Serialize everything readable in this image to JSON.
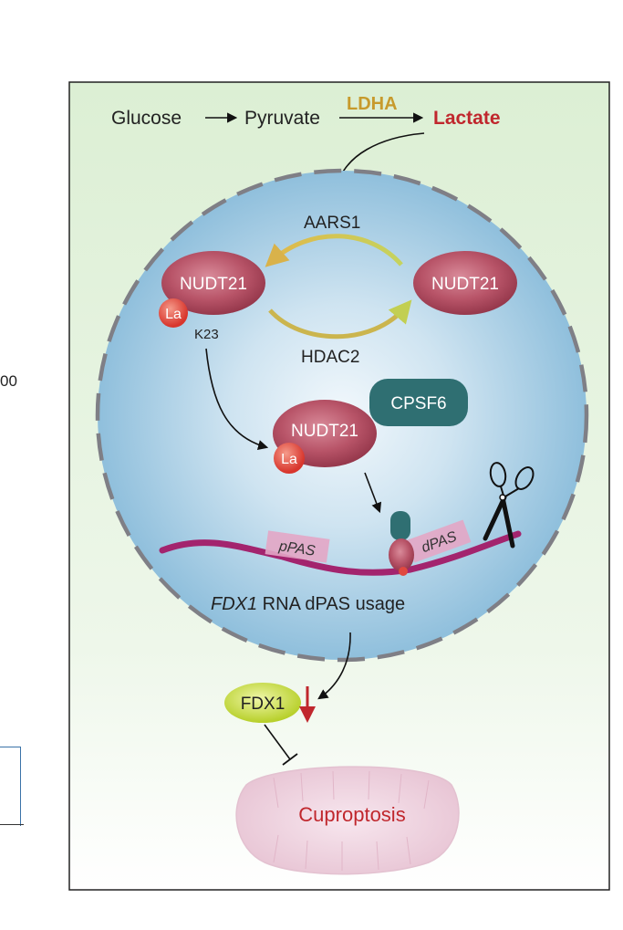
{
  "edge": {
    "left_fragment": "00"
  },
  "pathway": {
    "glucose": "Glucose",
    "pyruvate": "Pyruvate",
    "ldha": "LDHA",
    "lactate": "Lactate"
  },
  "nucleus": {
    "aars1": "AARS1",
    "hdac2": "HDAC2",
    "nudt21_left": "NUDT21",
    "nudt21_right": "NUDT21",
    "nudt21_center": "NUDT21",
    "la_left": "La",
    "la_center": "La",
    "k23": "K23",
    "cpsf6": "CPSF6",
    "ppas": "pPAS",
    "dpas": "dPAS",
    "usage_italic": "FDX1",
    "usage_rest": " RNA dPAS usage"
  },
  "downstream": {
    "fdx1": "FDX1",
    "cuproptosis": "Cuproptosis"
  },
  "colors": {
    "lactate": "#c0272d",
    "ldha": "#c79a2c",
    "nudt21_fill": "#b04a5e",
    "la_fill": "#e0483f",
    "cpsf6_fill": "#2f6f72",
    "rna": "#a3246e",
    "fdx1_fill": "#c9dc3c",
    "cuproptosis_text": "#c0272d"
  }
}
